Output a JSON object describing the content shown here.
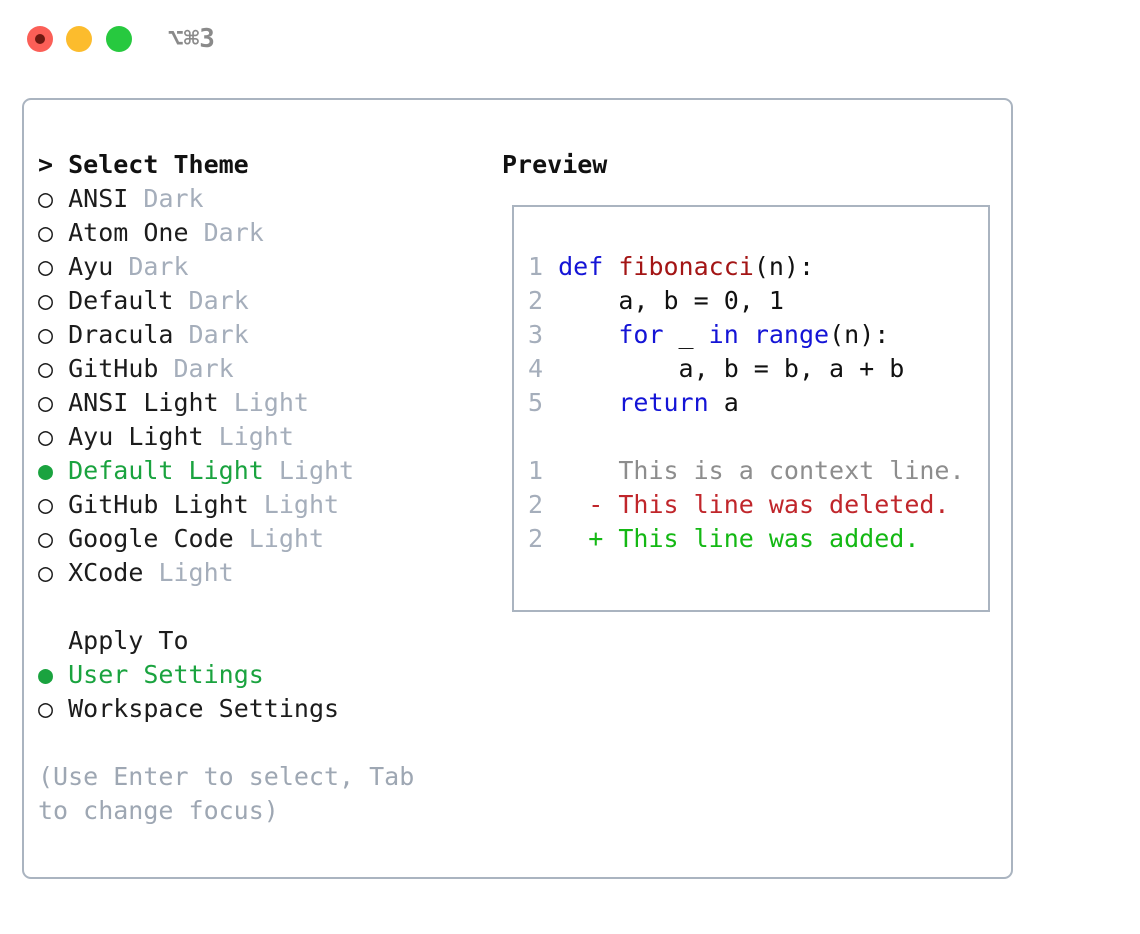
{
  "titlebar": {
    "shortcut": "⌥⌘3",
    "buttons": {
      "close": "close-window",
      "minimize": "minimize-window",
      "zoom": "zoom-window"
    }
  },
  "theme_panel": {
    "header": "> Select Theme",
    "items": [
      {
        "marker": "○",
        "label": "ANSI",
        "suffix": " Dark",
        "selected": false
      },
      {
        "marker": "○",
        "label": "Atom One",
        "suffix": " Dark",
        "selected": false
      },
      {
        "marker": "○",
        "label": "Ayu",
        "suffix": " Dark",
        "selected": false
      },
      {
        "marker": "○",
        "label": "Default",
        "suffix": " Dark",
        "selected": false
      },
      {
        "marker": "○",
        "label": "Dracula",
        "suffix": " Dark",
        "selected": false
      },
      {
        "marker": "○",
        "label": "GitHub",
        "suffix": " Dark",
        "selected": false
      },
      {
        "marker": "○",
        "label": "ANSI Light",
        "suffix": " Light",
        "selected": false
      },
      {
        "marker": "○",
        "label": "Ayu Light",
        "suffix": " Light",
        "selected": false
      },
      {
        "marker": "●",
        "label": "Default Light",
        "suffix": " Light",
        "selected": true
      },
      {
        "marker": "○",
        "label": "GitHub Light",
        "suffix": " Light",
        "selected": false
      },
      {
        "marker": "○",
        "label": "Google Code",
        "suffix": " Light",
        "selected": false
      },
      {
        "marker": "○",
        "label": "XCode",
        "suffix": " Light",
        "selected": false
      }
    ],
    "apply_to": {
      "header": "Apply To",
      "options": [
        {
          "marker": "●",
          "label": "User Settings",
          "selected": true
        },
        {
          "marker": "○",
          "label": "Workspace Settings",
          "selected": false
        }
      ]
    },
    "hint": "(Use Enter to select, Tab to change focus)"
  },
  "preview_panel": {
    "header": "Preview",
    "code_lines": [
      {
        "number": "1",
        "tokens": [
          {
            "text": "def ",
            "kind": "kw"
          },
          {
            "text": "fibonacci",
            "kind": "fn"
          },
          {
            "text": "(n):",
            "kind": "plain"
          }
        ]
      },
      {
        "number": "2",
        "tokens": [
          {
            "text": "    a, b = 0, 1",
            "kind": "plain"
          }
        ]
      },
      {
        "number": "3",
        "tokens": [
          {
            "text": "    ",
            "kind": "plain"
          },
          {
            "text": "for",
            "kind": "kw"
          },
          {
            "text": " _ ",
            "kind": "plain"
          },
          {
            "text": "in",
            "kind": "kw"
          },
          {
            "text": " ",
            "kind": "plain"
          },
          {
            "text": "range",
            "kind": "kw"
          },
          {
            "text": "(n):",
            "kind": "plain"
          }
        ]
      },
      {
        "number": "4",
        "tokens": [
          {
            "text": "        a, b = b, a + b",
            "kind": "plain"
          }
        ]
      },
      {
        "number": "5",
        "tokens": [
          {
            "text": "    ",
            "kind": "plain"
          },
          {
            "text": "return",
            "kind": "kw"
          },
          {
            "text": " a",
            "kind": "plain"
          }
        ]
      }
    ],
    "diff_lines": [
      {
        "number": "1",
        "marker": " ",
        "text": "This is a context line.",
        "kind": "ctx"
      },
      {
        "number": "2",
        "marker": "-",
        "text": "This line was deleted.",
        "kind": "del"
      },
      {
        "number": "2",
        "marker": "+",
        "text": "This line was added.",
        "kind": "add"
      }
    ]
  },
  "colors": {
    "accent_green": "#1aa33f",
    "muted_gray": "#a5aebb",
    "border": "#aab4c0",
    "keyword_blue": "#1414d6",
    "function_red": "#a31515",
    "diff_deleted": "#c0262b",
    "diff_added": "#14b814",
    "traffic_red": "#fb5f57",
    "traffic_yellow": "#fcbc2d",
    "traffic_green": "#27c93f"
  }
}
